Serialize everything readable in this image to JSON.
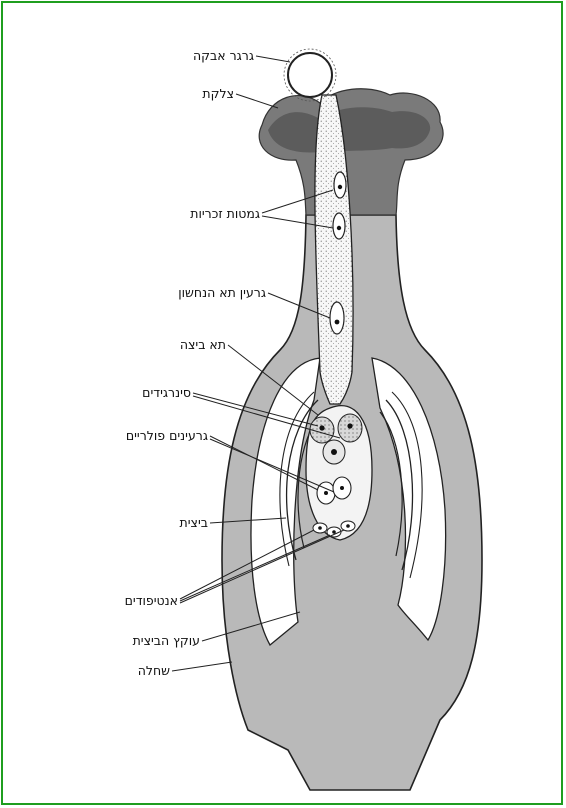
{
  "labels": {
    "pollen_grain": "גרגר אבקה",
    "stigma": "צלקת",
    "male_gametes": "גמטות זכריות",
    "tube_nucleus": "גרעין תא הנחשון",
    "egg_cell": "תא ביצה",
    "synergids": "סינרגידים",
    "polar_nuclei": "גרעינים פולריים",
    "ovule": "ביצית",
    "antipodals": "אנטיפודים",
    "funiculus": "עוקץ הביצית",
    "ovary": "שחלה"
  },
  "colors": {
    "frame": "#1f9e1f",
    "tissue": "#b9b9b9",
    "stigma_dark": "#6c6c6c",
    "outline": "#222222"
  }
}
